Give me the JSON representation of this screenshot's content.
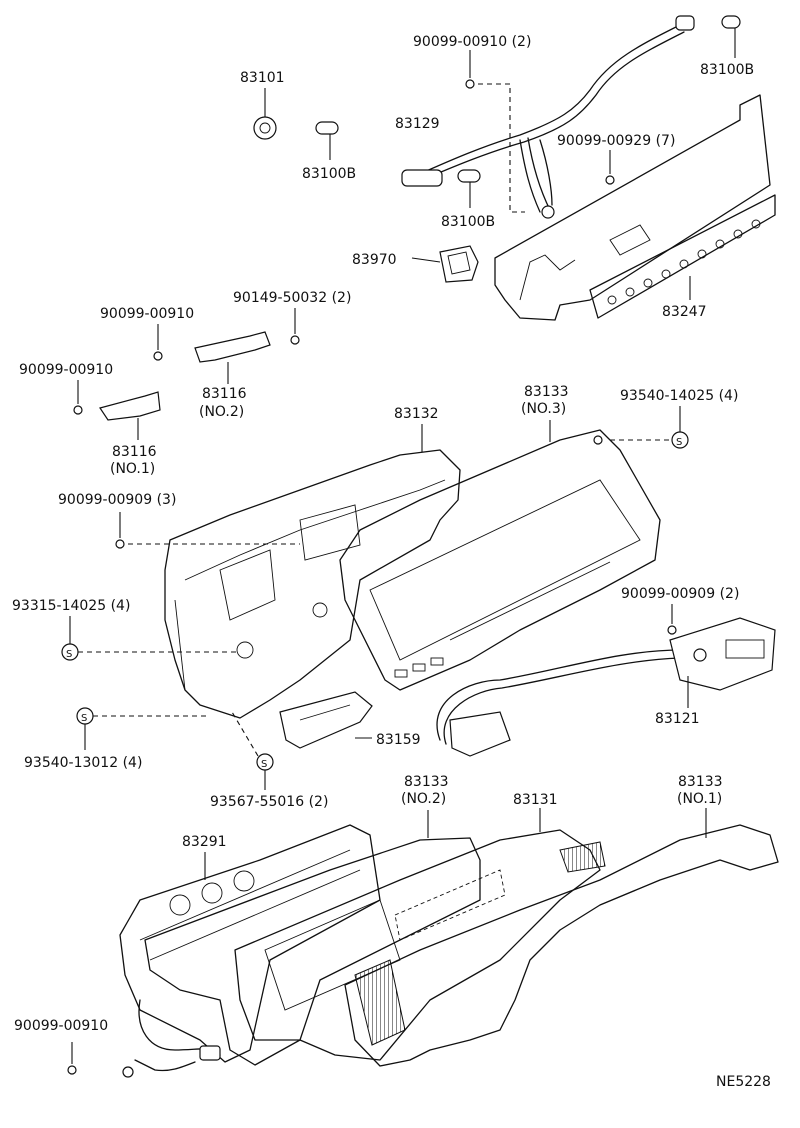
{
  "diagram_code": "NE5228",
  "parts": {
    "p83101": "83101",
    "p83100b_a": "83100B",
    "p83100b_b": "83100B",
    "p83100b_c": "83100B",
    "p83129": "83129",
    "p90099_00910_2": "90099-00910 (2)",
    "p90099_00929_7": "90099-00929 (7)",
    "p83970": "83970",
    "p83247": "83247",
    "p90149_50032_2": "90149-50032 (2)",
    "p90099_00910_a": "90099-00910",
    "p90099_00910_b": "90099-00910",
    "p90099_00910_c": "90099-00910",
    "p83116_no2": "83116",
    "p83116_no2_sub": "(NO.2)",
    "p83116_no1": "83116",
    "p83116_no1_sub": "(NO.1)",
    "p83132": "83132",
    "p83133_no3": "83133",
    "p83133_no3_sub": "(NO.3)",
    "p93540_14025_4": "93540-14025 (4)",
    "p90099_00909_3": "90099-00909 (3)",
    "p93315_14025_4": "93315-14025 (4)",
    "p90099_00909_2": "90099-00909 (2)",
    "p83121": "83121",
    "p93540_13012_4": "93540-13012 (4)",
    "p83159": "83159",
    "p93567_55016_2": "93567-55016 (2)",
    "p83133_no2": "83133",
    "p83133_no2_sub": "(NO.2)",
    "p83131": "83131",
    "p83133_no1": "83133",
    "p83133_no1_sub": "(NO.1)",
    "p83291": "83291"
  },
  "symbols": {
    "s_circle": "S"
  }
}
